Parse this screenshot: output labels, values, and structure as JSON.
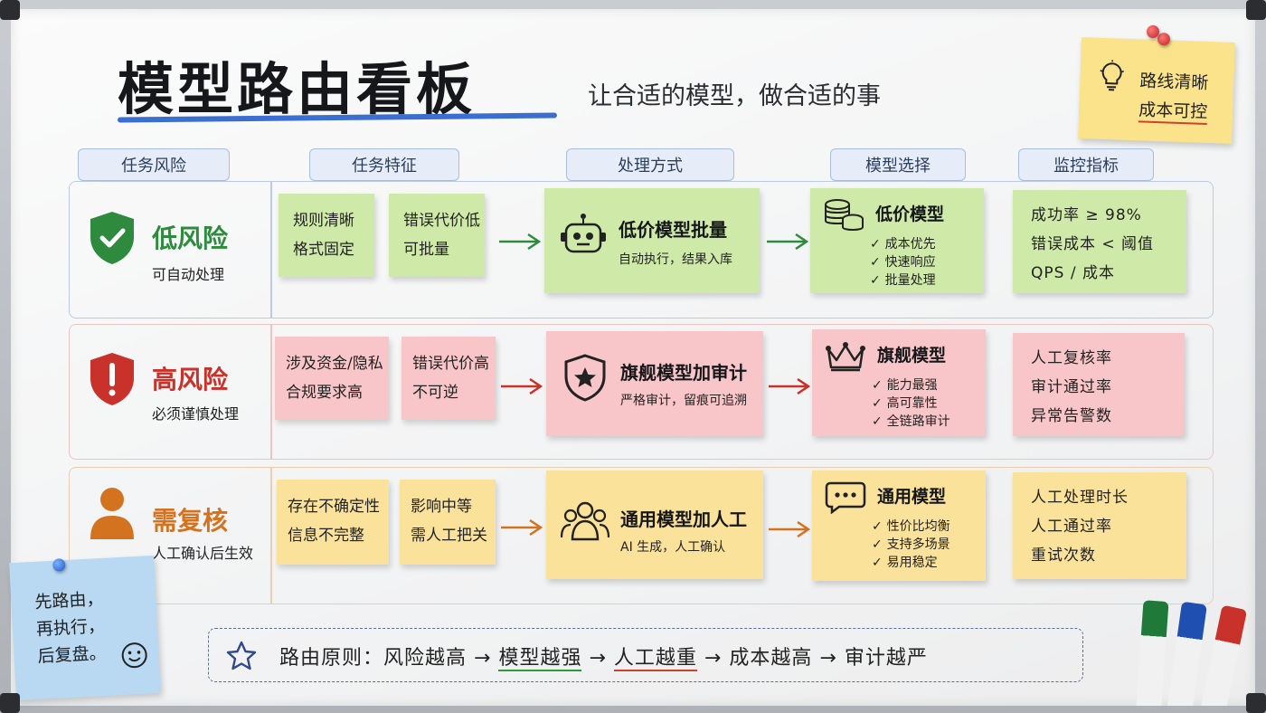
{
  "title": "模型路由看板",
  "subtitle": "让合适的模型，做合适的事",
  "top_note": {
    "line1": "路线清晰",
    "line2": "成本可控"
  },
  "columns": [
    "任务风险",
    "任务特征",
    "处理方式",
    "模型选择",
    "监控指标"
  ],
  "rows": [
    {
      "risk_title": "低风险",
      "risk_sub": "可自动处理",
      "features": [
        "规则清晰\n格式固定",
        "错误代价低\n可批量"
      ],
      "process_title": "低价模型批量",
      "process_sub": "自动执行，结果入库",
      "model_title": "低价模型",
      "model_points": [
        "成本优先",
        "快速响应",
        "批量处理"
      ],
      "metrics": "成功率 ≥ 98%\n错误成本 < 阈值\nQPS / 成本",
      "color": "#2e8b3e"
    },
    {
      "risk_title": "高风险",
      "risk_sub": "必须谨慎处理",
      "features": [
        "涉及资金/隐私\n合规要求高",
        "错误代价高\n不可逆"
      ],
      "process_title": "旗舰模型加审计",
      "process_sub": "严格审计，留痕可追溯",
      "model_title": "旗舰模型",
      "model_points": [
        "能力最强",
        "高可靠性",
        "全链路审计"
      ],
      "metrics": "人工复核率\n审计通过率\n异常告警数",
      "color": "#c8322a"
    },
    {
      "risk_title": "需复核",
      "risk_sub": "人工确认后生效",
      "features": [
        "存在不确定性\n信息不完整",
        "影响中等\n需人工把关"
      ],
      "process_title": "通用模型加人工",
      "process_sub": "AI 生成，人工确认",
      "model_title": "通用模型",
      "model_points": [
        "性价比均衡",
        "支持多场景",
        "易用稳定"
      ],
      "metrics": "人工处理时长\n人工通过率\n重试次数",
      "color": "#d4731f"
    }
  ],
  "principle": {
    "prefix": "路由原则：风险越高",
    "arrow": "→",
    "step1": "模型越强",
    "step2": "人工越重",
    "step3": "成本越高",
    "step4": "审计越严"
  },
  "blue_note": "先路由，\n再执行，\n后复盘。",
  "icons": [
    "shield-check-icon",
    "shield-alert-icon",
    "person-icon",
    "robot-icon",
    "shield-star-icon",
    "people-icon",
    "coins-icon",
    "crown-icon",
    "chat-bubble-icon",
    "lightbulb-icon",
    "star-icon",
    "smiley-icon"
  ]
}
